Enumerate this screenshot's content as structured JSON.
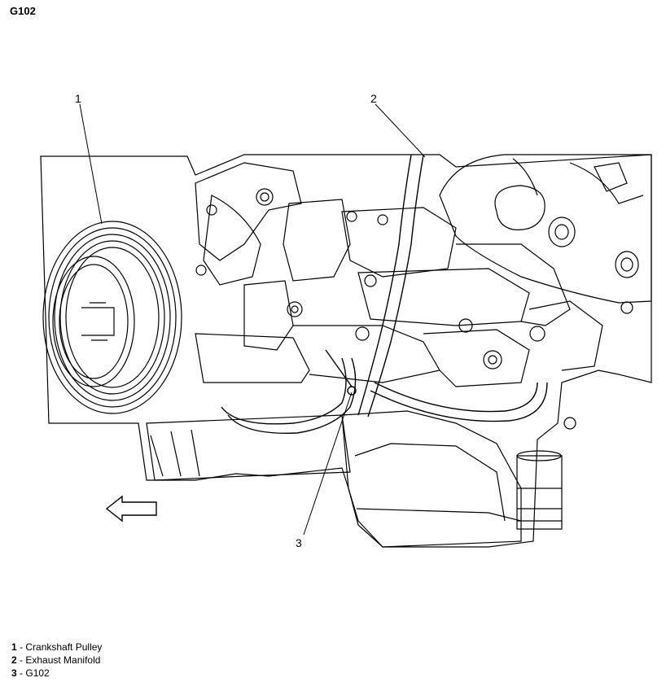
{
  "figure_id": "G102",
  "callouts": [
    "1",
    "2",
    "3"
  ],
  "legend": [
    {
      "num": "1",
      "sep": " - ",
      "label": "Crankshaft Pulley"
    },
    {
      "num": "2",
      "sep": " - ",
      "label": "Exhaust Manifold"
    },
    {
      "num": "3",
      "sep": " - ",
      "label": "G102"
    }
  ],
  "icons": {
    "direction_arrow": "left-arrow-icon"
  }
}
